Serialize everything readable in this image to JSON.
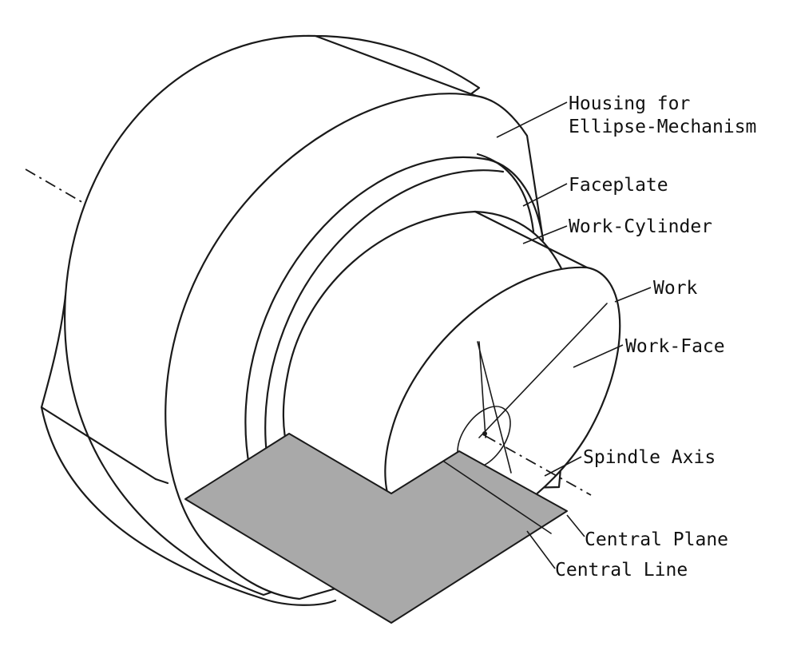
{
  "labels": {
    "housing_line1": "Housing for",
    "housing_line2": "Ellipse-Mechanism",
    "faceplate": "Faceplate",
    "work_cylinder": "Work-Cylinder",
    "work": "Work",
    "work_face": "Work-Face",
    "spindle_axis": "Spindle Axis",
    "central_plane": "Central Plane",
    "central_line": "Central Line"
  },
  "colors": {
    "line": "#1a1a1a",
    "plane_fill": "#a9a9a9",
    "background": "#ffffff"
  }
}
